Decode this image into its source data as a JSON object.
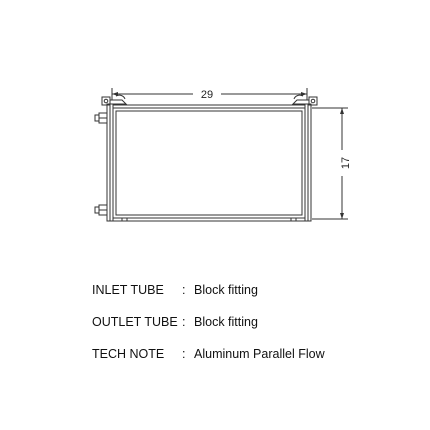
{
  "diagram": {
    "width_label": "29",
    "height_label": "17"
  },
  "specs": [
    {
      "label": "INLET TUBE",
      "value": "Block fitting"
    },
    {
      "label": "OUTLET TUBE",
      "value": "Block fitting"
    },
    {
      "label": "TECH NOTE",
      "value": "Aluminum Parallel Flow"
    }
  ],
  "colors": {
    "line": "#333333",
    "text": "#111111"
  }
}
